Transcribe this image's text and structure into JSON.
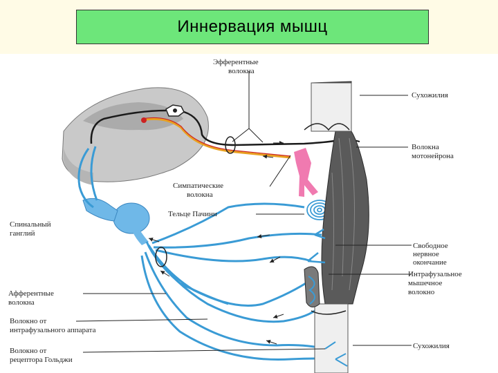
{
  "title": "Иннервация мышц",
  "labels": {
    "efferent_1": "Эфферентные",
    "efferent_2": "волокна",
    "tendon_top": "Сухожилия",
    "motoneuron_1": "Волокна",
    "motoneuron_2": "мотонейрона",
    "sympathetic_1": "Симпатические",
    "sympathetic_2": "волокна",
    "pacini": "Тельце Пачини",
    "spinal_ganglion_1": "Спинальный",
    "spinal_ganglion_2": "ганглий",
    "free_ending_1": "Свободное",
    "free_ending_2": "нервное",
    "free_ending_3": "окончание",
    "intrafusal_1": "Интрафузальное",
    "intrafusal_2": "мышечное",
    "intrafusal_3": "волокно",
    "afferent_1": "Афферентные",
    "afferent_2": "волокна",
    "fiber_intrafusal_1": "Волокно от",
    "fiber_intrafusal_2": "интрафузального аппарата",
    "tendon_bottom": "Сухожилия",
    "golgi_1": "Волокно от",
    "golgi_2": "рецептора Гольджи"
  },
  "colors": {
    "title_bg": "#6de67a",
    "sensory_nerve": "#3a9bd5",
    "motor_nerve": "#1a1a1a",
    "sympathetic_nerve": "#e8a020",
    "vessel": "#f07ab0",
    "muscle": "#4a4a4a"
  }
}
